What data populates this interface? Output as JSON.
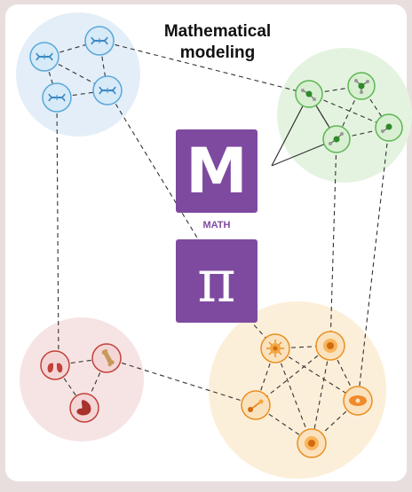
{
  "diagram": {
    "title_line1": "Mathematical",
    "title_line2": "modeling",
    "center": {
      "top_tile_letter": "M",
      "caption": "MATH",
      "bottom_tile_symbol": "π"
    },
    "clusters": [
      {
        "name": "dna-cluster",
        "icon": "dna-icon",
        "color": "#5aa8d8",
        "fill": "#e3eef8"
      },
      {
        "name": "molecule-cluster",
        "icon": "molecule-icon",
        "color": "#4ea64a",
        "fill": "#e4f3e0"
      },
      {
        "name": "organ-cluster",
        "icon": "organ-icon",
        "color": "#c2413a",
        "fill": "#f6e4e4"
      },
      {
        "name": "cell-cluster",
        "icon": "cell-icon",
        "color": "#e89023",
        "fill": "#fcefd9"
      }
    ],
    "colors": {
      "background": "#ffffff",
      "frame": "#e9dede",
      "math_purple": "#7e4aa0",
      "edge": "#333333"
    }
  }
}
